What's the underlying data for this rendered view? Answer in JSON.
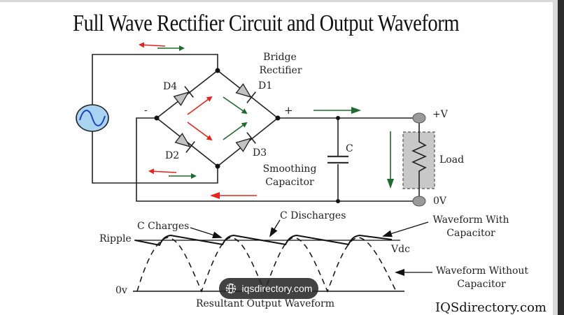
{
  "title": "Full Wave Rectifier Circuit and Output Waveform",
  "circuit": {
    "bridge_label_line1": "Bridge",
    "bridge_label_line2": "Rectifier",
    "diodes": [
      "D1",
      "D2",
      "D3",
      "D4"
    ],
    "minus_label": "-",
    "plus_label": "+",
    "capacitor_label": "C",
    "smoothing_line1": "Smoothing",
    "smoothing_line2": "Capacitor",
    "load_label": "Load",
    "positive_terminal": "+V",
    "ground_terminal": "0V",
    "source_icon": "ac-sine-source-icon",
    "colors": {
      "forward": "#1e6b2e",
      "reverse": "#e8231b",
      "source_fill": "#a9d4f1",
      "source_wave": "#1f3fbf",
      "diode_fill": "#c2c2c2",
      "load_fill": "#c8c8c8"
    }
  },
  "waveform": {
    "c_charges": "C Charges",
    "c_discharges": "C Discharges",
    "ripple": "Ripple",
    "zero": "0v",
    "vdc": "Vdc",
    "with_cap_line1": "Waveform With",
    "with_cap_line2": "Capacitor",
    "without_cap_line1": "Waveform Without",
    "without_cap_line2": "Capacitor",
    "caption": "Resultant Output Waveform"
  },
  "overlay": {
    "source_chip": "iqsdirectory.com",
    "source_icon": "globe-icon"
  },
  "watermark": "IQSdirectory.com"
}
